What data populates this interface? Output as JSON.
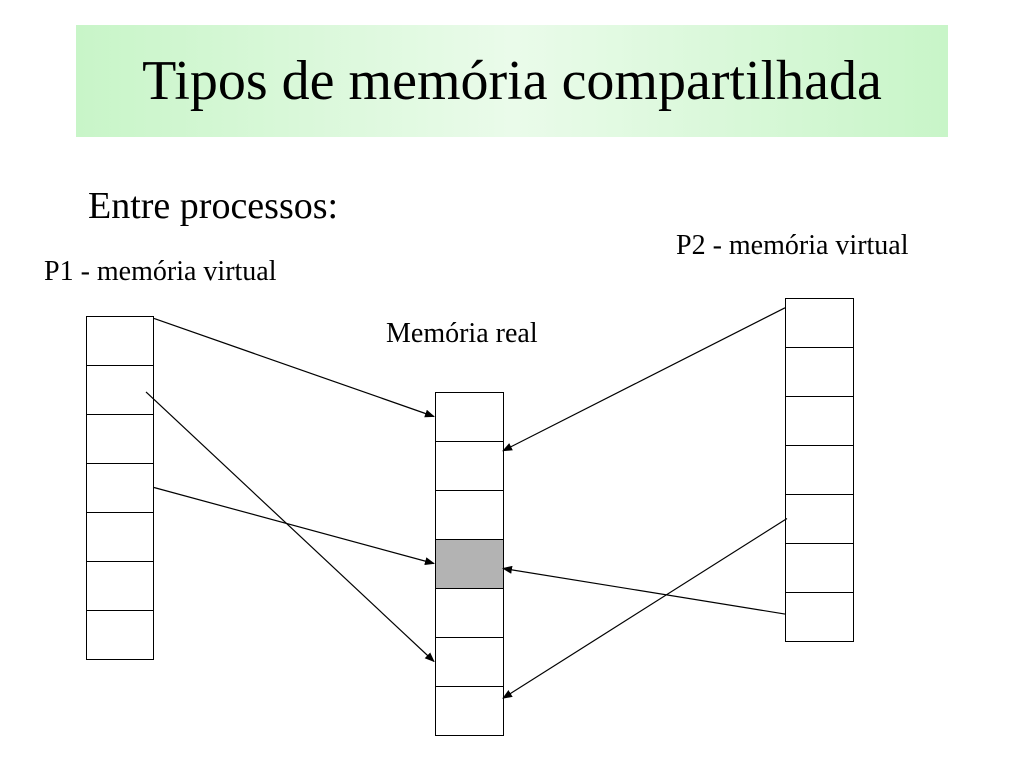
{
  "title": "Tipos de memória compartilhada",
  "subtitle": "Entre processos:",
  "labels": {
    "p1": "P1 - memória virtual",
    "p2": "P2 - memória virtual",
    "real": "Memória real"
  },
  "columns": {
    "p1_cells": 7,
    "real_cells": 7,
    "p2_cells": 7,
    "real_shared_cell_index": 3
  },
  "mappings": [
    {
      "from": "p1",
      "from_cell": 0,
      "to_cell": 0
    },
    {
      "from": "p1",
      "from_cell": 1,
      "to_cell": 5
    },
    {
      "from": "p1",
      "from_cell": 3,
      "to_cell": 3
    },
    {
      "from": "p2",
      "from_cell": 0,
      "to_cell": 1
    },
    {
      "from": "p2",
      "from_cell": 4,
      "to_cell": 6
    },
    {
      "from": "p2",
      "from_cell": 6,
      "to_cell": 3
    }
  ],
  "colors": {
    "title_bg": "#c8f5c8",
    "shared_cell": "#b3b3b3",
    "line": "#000000"
  }
}
